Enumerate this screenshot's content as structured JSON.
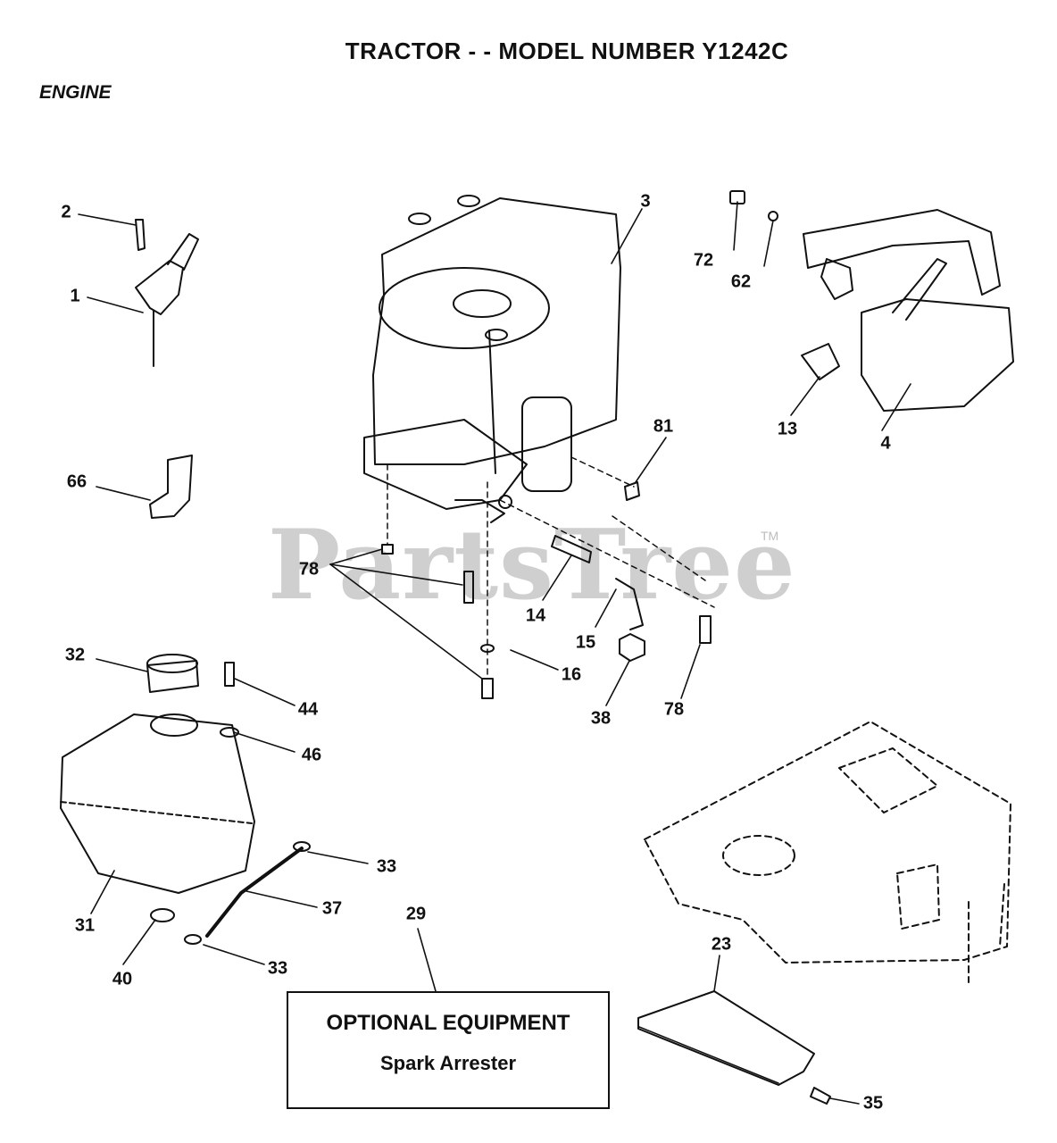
{
  "header": {
    "title": "TRACTOR - - MODEL NUMBER Y1242C",
    "section": "ENGINE"
  },
  "watermark": {
    "text": "PartsTree",
    "mark": "TM"
  },
  "optional_box": {
    "heading": "OPTIONAL EQUIPMENT",
    "item": "Spark Arrester"
  },
  "callouts": [
    {
      "label": "2"
    },
    {
      "label": "1"
    },
    {
      "label": "3"
    },
    {
      "label": "72"
    },
    {
      "label": "62"
    },
    {
      "label": "13"
    },
    {
      "label": "4"
    },
    {
      "label": "81"
    },
    {
      "label": "66"
    },
    {
      "label": "78"
    },
    {
      "label": "14"
    },
    {
      "label": "15"
    },
    {
      "label": "16"
    },
    {
      "label": "38"
    },
    {
      "label": "78"
    },
    {
      "label": "32"
    },
    {
      "label": "44"
    },
    {
      "label": "46"
    },
    {
      "label": "33"
    },
    {
      "label": "37"
    },
    {
      "label": "31"
    },
    {
      "label": "40"
    },
    {
      "label": "33"
    },
    {
      "label": "29"
    },
    {
      "label": "23"
    },
    {
      "label": "35"
    }
  ]
}
